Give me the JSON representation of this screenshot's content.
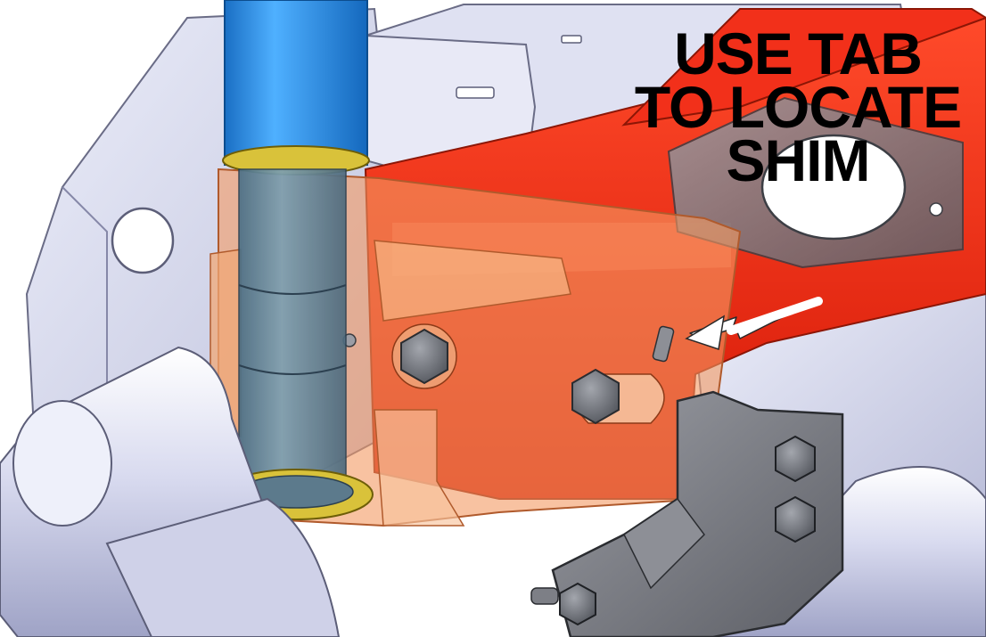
{
  "callout": {
    "lines": [
      "USE TAB",
      "TO LOCATE",
      "SHIM"
    ],
    "color": "#000000"
  },
  "colors": {
    "frame_red": "#e8200c",
    "bracket_orange": "#f39a63",
    "tube_blue": "#1e90e8",
    "shim_yellow": "#d9c23a",
    "steel_lavender": "#d7d8ee",
    "dark_steel": "#76787f",
    "arrow_white": "#ffffff"
  },
  "icons": [
    "pointer-arrow-icon",
    "hex-bolt-icon"
  ]
}
